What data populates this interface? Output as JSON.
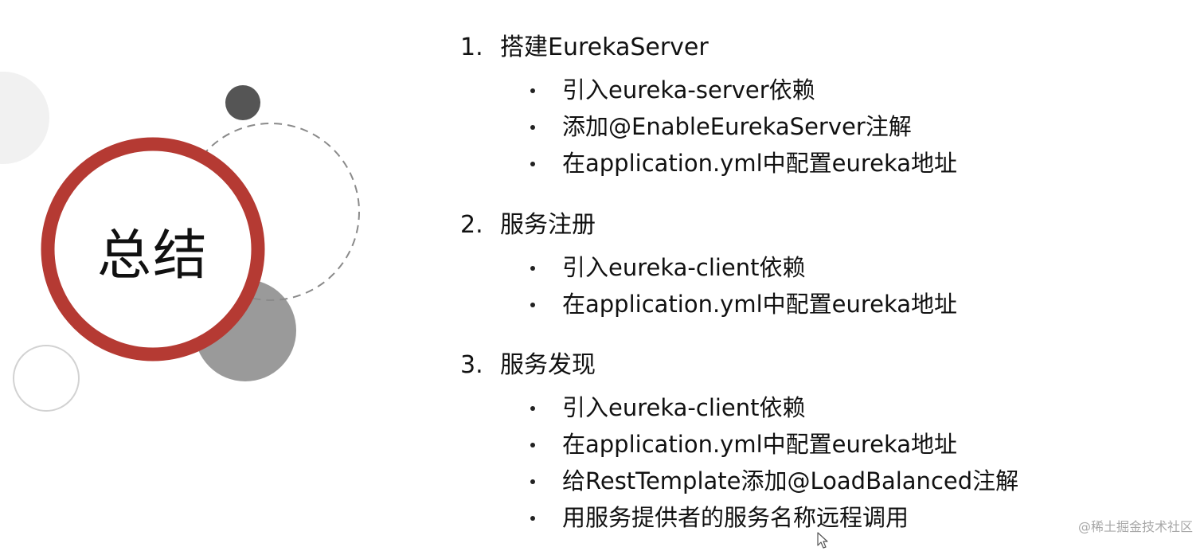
{
  "title": "总结",
  "sections": [
    {
      "number": "1.",
      "heading": "搭建EurekaServer",
      "items": [
        "引入eureka-server依赖",
        "添加@EnableEurekaServer注解",
        "在application.yml中配置eureka地址"
      ]
    },
    {
      "number": "2.",
      "heading": "服务注册",
      "items": [
        "引入eureka-client依赖",
        "在application.yml中配置eureka地址"
      ]
    },
    {
      "number": "3.",
      "heading": "服务发现",
      "items": [
        "引入eureka-client依赖",
        "在application.yml中配置eureka地址",
        "给RestTemplate添加@LoadBalanced注解",
        "用服务提供者的服务名称远程调用"
      ]
    }
  ],
  "watermark": "@稀土掘金技术社区",
  "colors": {
    "ring": "#b53a33",
    "dark_dot": "#555555",
    "gray_circle": "#9a9a9a",
    "light_circle": "#f1f1f1",
    "dashed_ring": "#8a8a8a",
    "outline_circle": "#d2d2d2"
  },
  "icons": [
    "mouse-cursor-icon"
  ]
}
